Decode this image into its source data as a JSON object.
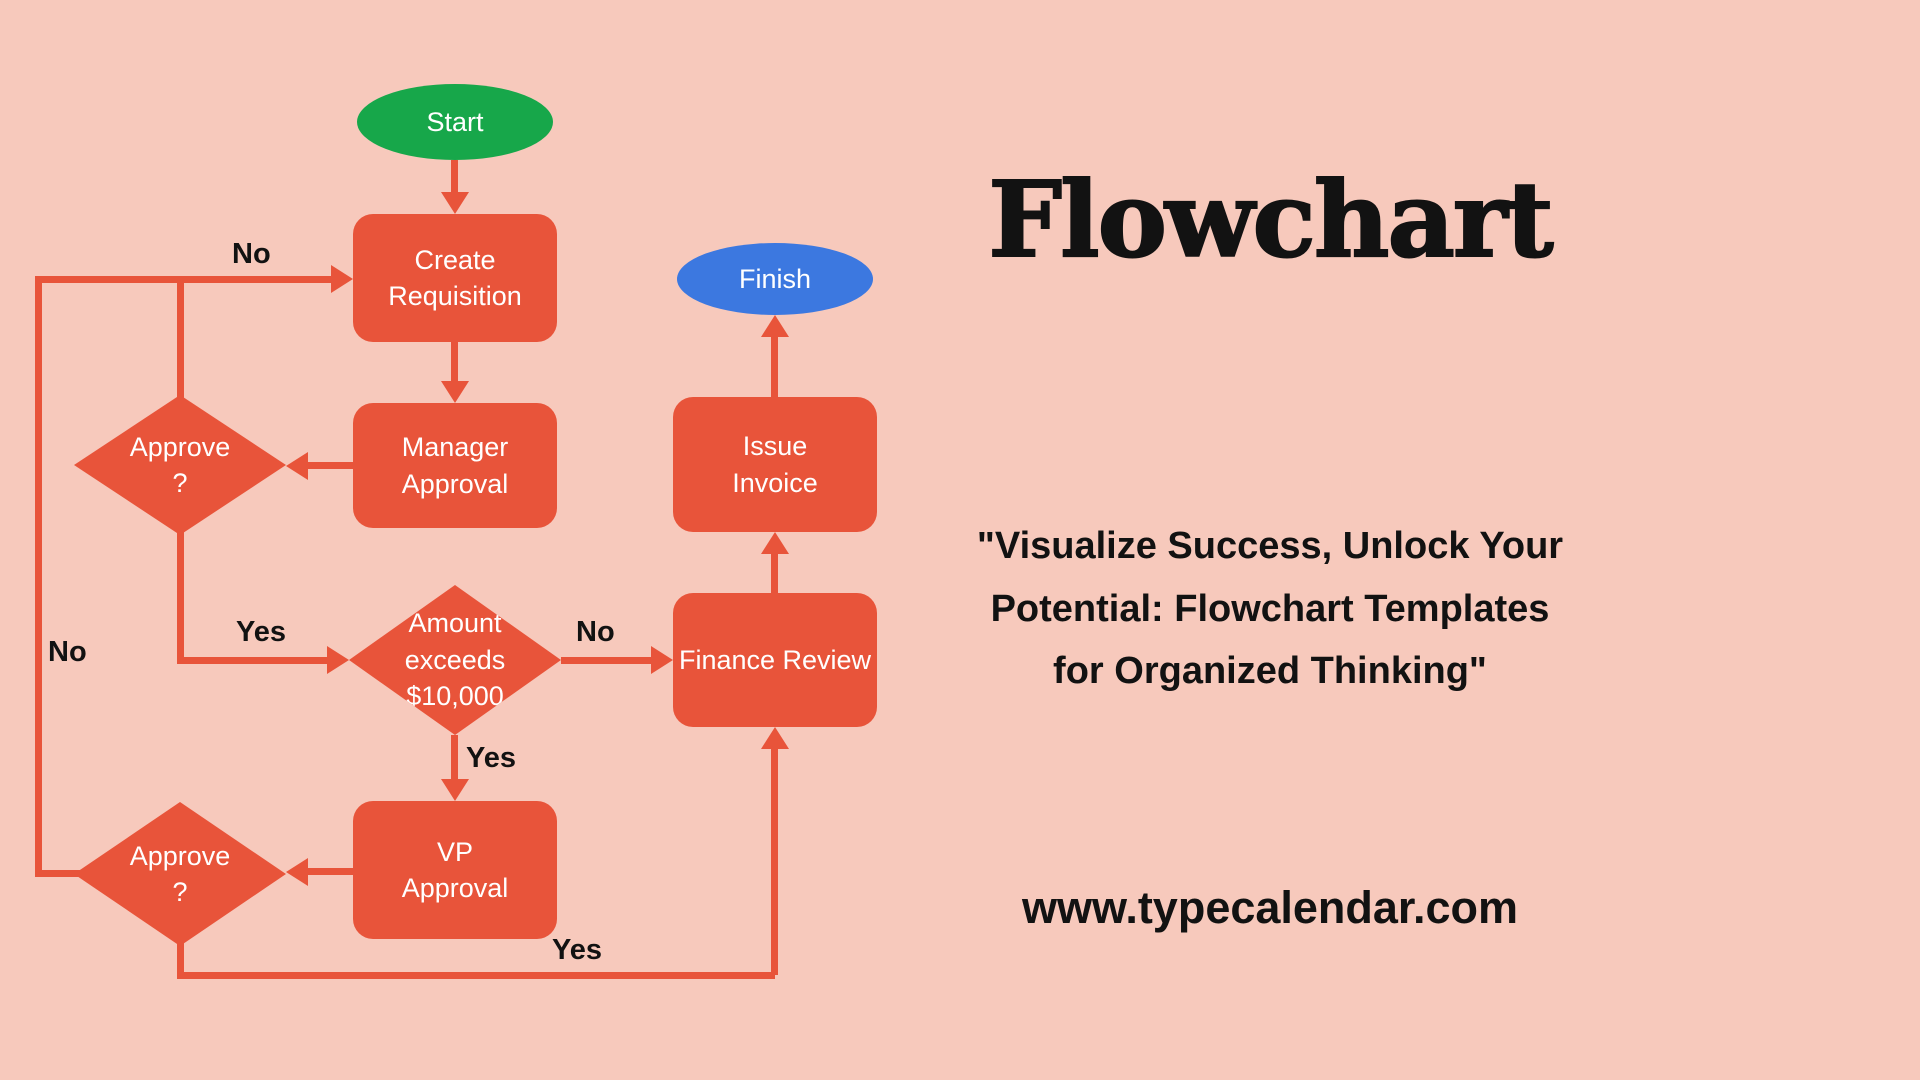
{
  "colors": {
    "background": "#F7C9BC",
    "shape": "#E8543A",
    "start": "#17A74A",
    "finish": "#3C78E0",
    "node_text": "#FFFFFF",
    "label_text": "#121212"
  },
  "flowchart": {
    "nodes": {
      "start": {
        "lines": [
          "Start"
        ]
      },
      "create": {
        "lines": [
          "Create",
          "Requisition"
        ]
      },
      "manager": {
        "lines": [
          "Manager",
          "Approval"
        ]
      },
      "approve1": {
        "lines": [
          "Approve",
          "?"
        ]
      },
      "amount": {
        "lines": [
          "Amount",
          "exceeds",
          "$10,000"
        ]
      },
      "finance": {
        "lines": [
          "Finance Review"
        ]
      },
      "issue": {
        "lines": [
          "Issue",
          "Invoice"
        ]
      },
      "finish": {
        "lines": [
          "Finish"
        ]
      },
      "vp": {
        "lines": [
          "VP",
          "Approval"
        ]
      },
      "approve2": {
        "lines": [
          "Approve",
          "?"
        ]
      }
    },
    "edge_labels": {
      "manager_reject": "No",
      "manager_approve": "Yes",
      "amount_no": "No",
      "amount_yes": "Yes",
      "vp_reject": "No",
      "vp_approve": "Yes"
    }
  },
  "panel": {
    "title": "Flowchart",
    "quote_lines": [
      "\"Visualize Success, Unlock Your",
      "Potential: Flowchart Templates",
      "for Organized Thinking\""
    ],
    "website": "www.typecalendar.com"
  }
}
